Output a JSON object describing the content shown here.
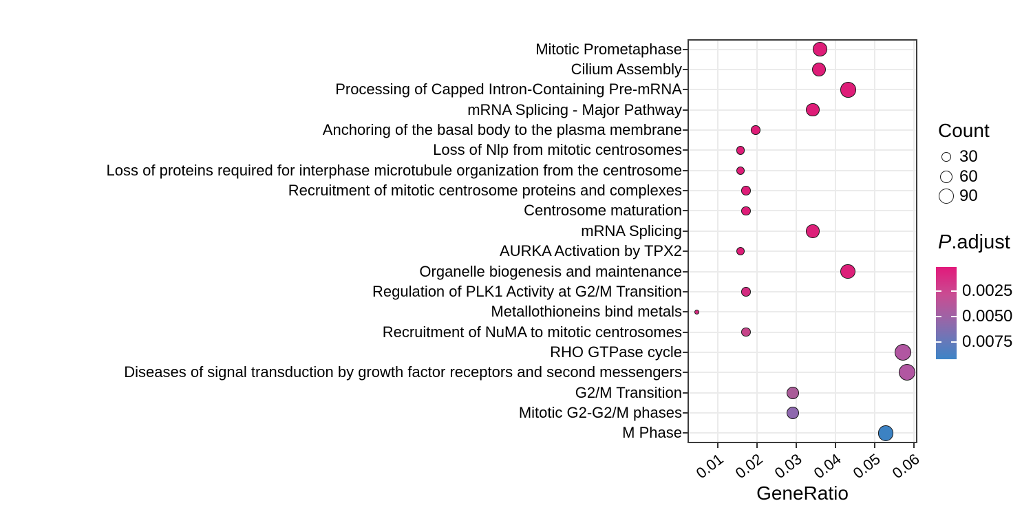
{
  "chart_data": {
    "type": "scatter",
    "subtype": "enrichment-dotplot",
    "title": "",
    "xlabel": "GeneRatio",
    "ylabel": "",
    "xlim": [
      0.0025,
      0.0612
    ],
    "x_ticks": [
      "0.01",
      "0.02",
      "0.03",
      "0.04",
      "0.05",
      "0.06"
    ],
    "x_tick_values": [
      0.01,
      0.02,
      0.03,
      0.04,
      0.05,
      0.06
    ],
    "grid": true,
    "panel_border_color": "#3c3c3c",
    "grid_color": "#ebebeb",
    "dot_outline_color": "#1a1a1a",
    "pathways": [
      {
        "label": "Mitotic Prometaphase",
        "gene_ratio": 0.0361,
        "count": 73,
        "p_adjust": 0.0005,
        "color": "#de1d78",
        "radius_px": 10.3
      },
      {
        "label": "Cilium Assembly",
        "gene_ratio": 0.0358,
        "count": 74,
        "p_adjust": 0.0005,
        "color": "#de1d78",
        "radius_px": 10.4
      },
      {
        "label": "Processing of Capped Intron-Containing Pre-mRNA",
        "gene_ratio": 0.0432,
        "count": 90,
        "p_adjust": 0.0004,
        "color": "#de1d78",
        "radius_px": 11.3
      },
      {
        "label": "mRNA Splicing - Major Pathway",
        "gene_ratio": 0.0342,
        "count": 62,
        "p_adjust": 0.0005,
        "color": "#de1d78",
        "radius_px": 9.6
      },
      {
        "label": "Anchoring of the basal body to the plasma membrane",
        "gene_ratio": 0.0196,
        "count": 28,
        "p_adjust": 0.0006,
        "color": "#de1d78",
        "radius_px": 6.8
      },
      {
        "label": "Loss of Nlp from mitotic centrosomes",
        "gene_ratio": 0.0158,
        "count": 23,
        "p_adjust": 0.0006,
        "color": "#de1d78",
        "radius_px": 6.2
      },
      {
        "label": "Loss of proteins required for interphase microtubule organization from the centrosome",
        "gene_ratio": 0.0158,
        "count": 23,
        "p_adjust": 0.0006,
        "color": "#de1d78",
        "radius_px": 6.2
      },
      {
        "label": "Recruitment of mitotic centrosome proteins and complexes",
        "gene_ratio": 0.0172,
        "count": 28,
        "p_adjust": 0.0006,
        "color": "#de1d78",
        "radius_px": 6.8
      },
      {
        "label": "Centrosome maturation",
        "gene_ratio": 0.0172,
        "count": 28,
        "p_adjust": 0.0006,
        "color": "#de1d78",
        "radius_px": 6.8
      },
      {
        "label": "mRNA Splicing",
        "gene_ratio": 0.0342,
        "count": 63,
        "p_adjust": 0.0007,
        "color": "#dc2079",
        "radius_px": 9.7
      },
      {
        "label": "AURKA Activation by TPX2",
        "gene_ratio": 0.0158,
        "count": 24,
        "p_adjust": 0.0006,
        "color": "#de1d78",
        "radius_px": 6.3
      },
      {
        "label": "Organelle biogenesis and maintenance",
        "gene_ratio": 0.0432,
        "count": 80,
        "p_adjust": 0.0008,
        "color": "#dc2079",
        "radius_px": 10.8
      },
      {
        "label": "Regulation of PLK1 Activity at G2/M Transition",
        "gene_ratio": 0.0172,
        "count": 28,
        "p_adjust": 0.0012,
        "color": "#d32b80",
        "radius_px": 6.8
      },
      {
        "label": "Metallothioneins bind metals",
        "gene_ratio": 0.0046,
        "count": 8,
        "p_adjust": 0.001,
        "color": "#d62a7f",
        "radius_px": 3.5
      },
      {
        "label": "Recruitment of NuMA to mitotic centrosomes",
        "gene_ratio": 0.0172,
        "count": 26,
        "p_adjust": 0.0022,
        "color": "#c64389",
        "radius_px": 6.6
      },
      {
        "label": "RHO GTPase cycle",
        "gene_ratio": 0.0572,
        "count": 100,
        "p_adjust": 0.0042,
        "color": "#b156a1",
        "radius_px": 12.0
      },
      {
        "label": "Diseases of signal transduction by growth factor receptors and second messengers",
        "gene_ratio": 0.0582,
        "count": 103,
        "p_adjust": 0.0042,
        "color": "#b156a1",
        "radius_px": 12.2
      },
      {
        "label": "G2/M Transition",
        "gene_ratio": 0.0291,
        "count": 52,
        "p_adjust": 0.0047,
        "color": "#a95c98",
        "radius_px": 8.9
      },
      {
        "label": "Mitotic G2-G2/M phases",
        "gene_ratio": 0.0291,
        "count": 54,
        "p_adjust": 0.0061,
        "color": "#8e68ae",
        "radius_px": 9.1
      },
      {
        "label": "M Phase",
        "gene_ratio": 0.0528,
        "count": 88,
        "p_adjust": 0.009,
        "color": "#3c82c3",
        "radius_px": 11.2
      }
    ],
    "legend_count": {
      "title": "Count",
      "items": [
        {
          "label": "30",
          "radius_px": 7.0
        },
        {
          "label": "60",
          "radius_px": 9.4
        },
        {
          "label": "90",
          "radius_px": 11.3
        }
      ],
      "position": "right"
    },
    "legend_padjust": {
      "title_italic": "P",
      "title_rest": ".adjust",
      "tick_labels": [
        "0.0025",
        "0.0050",
        "0.0075"
      ],
      "tick_fractions": [
        0.26,
        0.535,
        0.81
      ],
      "gradient_stops": [
        {
          "frac": 0,
          "color": "#e2197b"
        },
        {
          "frac": 0.3,
          "color": "#c94c92"
        },
        {
          "frac": 0.55,
          "color": "#9c64a6"
        },
        {
          "frac": 0.78,
          "color": "#6b77b8"
        },
        {
          "frac": 1,
          "color": "#3d84c6"
        }
      ],
      "position": "right"
    }
  }
}
